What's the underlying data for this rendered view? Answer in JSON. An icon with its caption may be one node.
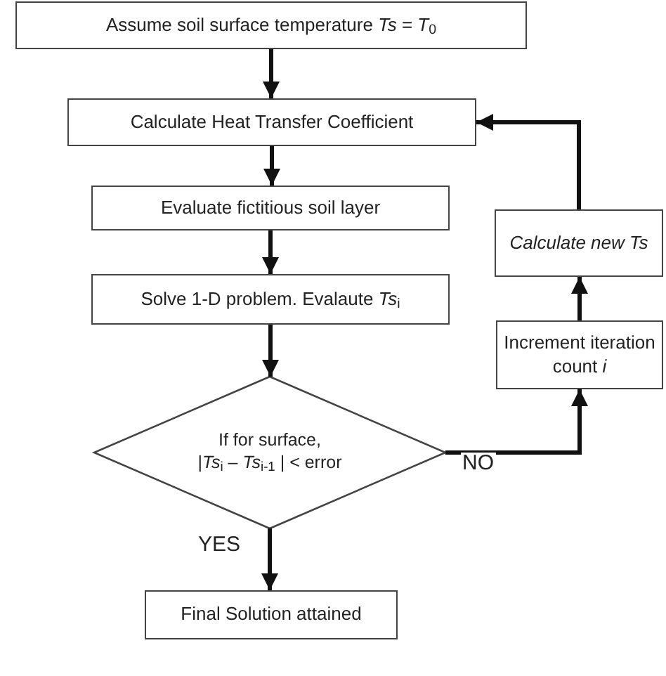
{
  "diagram": {
    "nodes": [
      {
        "text": [
          "Assume soil surface temperature *Ts* = *T*$_{0}$"
        ]
      },
      {
        "text": [
          "Calculate Heat Transfer Coefficient"
        ]
      },
      {
        "text": [
          "Evaluate fictitious soil layer"
        ]
      },
      {
        "text": [
          "Solve 1-D problem. Evalaute *Ts*$_{i}$"
        ]
      },
      {
        "text": [
          "If for surface, |*Ts*$_{i}$ – *Ts*$_{i-1}$ | < error"
        ]
      },
      {
        "text": [
          "Final Solution attained"
        ]
      },
      {
        "text": [
          "Calculate new Ts"
        ]
      },
      {
        "text": [
          "Increment iteration count *i*"
        ]
      }
    ],
    "edges": [
      {
        "from": 0,
        "to": 1,
        "arrow": "to"
      },
      {
        "from": 1,
        "to": 2,
        "arrow": "to"
      },
      {
        "from": 2,
        "to": 3,
        "arrow": "to"
      },
      {
        "from": 3,
        "to": 4,
        "arrow": "to"
      },
      {
        "from": 4,
        "to": 5,
        "arrow": "to",
        "label": "YES"
      },
      {
        "from": 4,
        "to": 7,
        "arrow": "to",
        "label": "NO"
      },
      {
        "from": 7,
        "to": 6,
        "arrow": "to"
      },
      {
        "from": 6,
        "to": 1,
        "arrow": "to"
      }
    ]
  }
}
